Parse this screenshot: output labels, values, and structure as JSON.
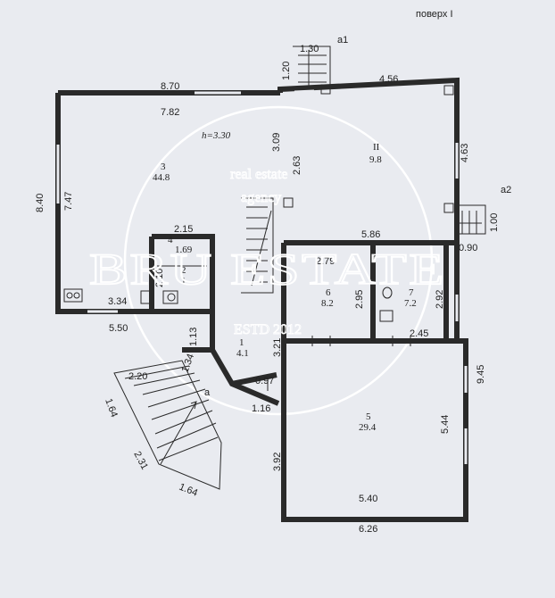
{
  "floor_label": "поверх I",
  "ceiling_height": "h=3.30",
  "rooms": {
    "r1": {
      "num": "1",
      "area": "4.1"
    },
    "r2": {
      "num": "2",
      "area": "1"
    },
    "r3": {
      "num": "3",
      "area": "44.8"
    },
    "r4": {
      "num": "4",
      "area": "1.69"
    },
    "r5": {
      "num": "5",
      "area": "29.4"
    },
    "r6": {
      "num": "6",
      "area": "8.2"
    },
    "r7": {
      "num": "7",
      "area": "7.2"
    },
    "rII": {
      "num": "II",
      "area": "9.8"
    }
  },
  "dims": {
    "d_870": "8.70",
    "d_782": "7.82",
    "d_840": "8.40",
    "d_747": "7.47",
    "d_334": "3.34",
    "d_550": "5.50",
    "d_215": "2.15",
    "d_210": "2.10",
    "d_130": "1.30",
    "d_120": "1.20",
    "d_456": "4.56",
    "d_463": "4.63",
    "d_309": "3.09",
    "d_263": "2.63",
    "d_586": "5.86",
    "d_100": "1.00",
    "d_090": "0.90",
    "d_279": "2.79",
    "d_295": "2.95",
    "d_292": "2.92",
    "d_245": "2.45",
    "d_321": "3.21",
    "d_113": "1.13",
    "d_134": "1.34",
    "d_097": "0.97",
    "d_116": "1.16",
    "d_220": "2.20",
    "d_164a": "1.64",
    "d_231": "2.31",
    "d_164b": "1.64",
    "d_945": "9.45",
    "d_544": "5.44",
    "d_392": "3.92",
    "d_540": "5.40",
    "d_626": "6.26"
  },
  "markers": {
    "a1": "a1",
    "a2": "a2",
    "a": "a"
  },
  "watermark": {
    "line1": "real estate",
    "line2": "agency",
    "brand": "BRU ESTATE",
    "estd": "ESTD 2012"
  }
}
